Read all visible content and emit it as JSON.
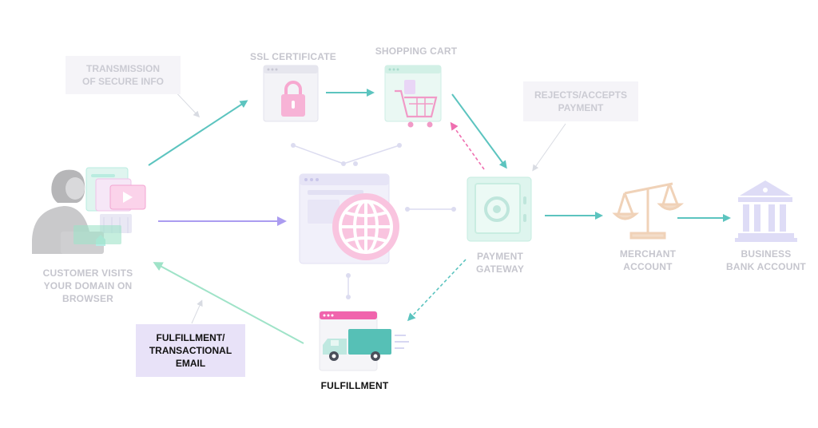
{
  "labels": {
    "ssl": "SSL CERTIFICATE",
    "cart": "SHOPPING CART",
    "customer": [
      "CUSTOMER VISITS",
      "YOUR DOMAIN ON",
      "BROWSER"
    ],
    "gateway": [
      "PAYMENT",
      "GATEWAY"
    ],
    "merchant": [
      "MERCHANT",
      "ACCOUNT"
    ],
    "bank": [
      "BUSINESS",
      "BANK ACCOUNT"
    ],
    "fulfillment": "FULFILLMENT"
  },
  "notes": {
    "transmission": [
      "TRANSMISSION",
      "OF SECURE INFO"
    ],
    "rejects": [
      "REJECTS/ACCEPTS",
      "PAYMENT"
    ],
    "email": [
      "FULFILLMENT/",
      "TRANSACTIONAL",
      "EMAIL"
    ]
  },
  "colors": {
    "teal": "#5cc4bf",
    "purple": "#ab9cf0",
    "pink": "#ef6fb0",
    "mint": "#9fe3c8",
    "tan": "#f0d2b8",
    "lavender": "#c9c5f4",
    "label_gray": "#c6c6ce",
    "highlight_bg": "#e8e2f8"
  },
  "icons": [
    "customer-laptop-icon",
    "lock-icon",
    "shopping-cart-icon",
    "browser-globe-icon",
    "safe-icon",
    "scale-icon",
    "bank-icon",
    "truck-icon"
  ]
}
